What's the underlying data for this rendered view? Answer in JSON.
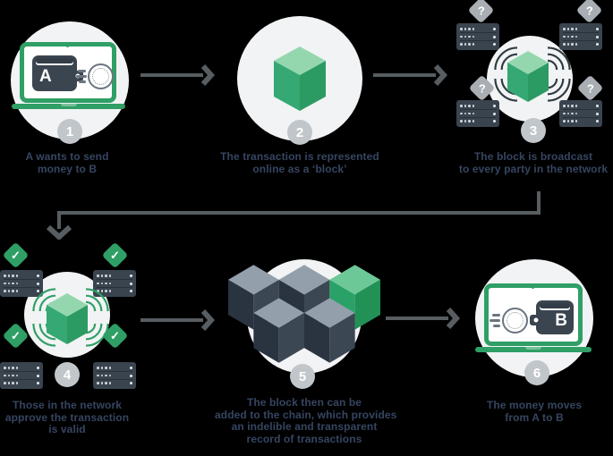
{
  "diagram": "how-a-blockchain-works",
  "colors": {
    "background": "#000000",
    "accent_green": "#2f9f66",
    "dark_slate": "#3a4550",
    "icon_circle_bg": "#f2f3f4",
    "number_badge_bg": "#c1c6ca",
    "caption_text": "#364561",
    "arrow_gray": "#575d61",
    "question_badge_gray": "#a8aeb3"
  },
  "steps": [
    {
      "number": "1",
      "icon": "laptop-wallet-send-icon",
      "wallet_label": "A",
      "caption_lines": [
        "A wants to send",
        "money to B"
      ]
    },
    {
      "number": "2",
      "icon": "block-cube-icon",
      "caption_lines": [
        "The transaction is represented",
        "online as a ‘block’"
      ]
    },
    {
      "number": "3",
      "icon": "cube-broadcast-network-icon",
      "badge_glyph": "?",
      "caption_lines": [
        "The block is broadcast",
        "to every party in the network"
      ]
    },
    {
      "number": "4",
      "icon": "cube-approved-network-icon",
      "badge_glyph": "✓",
      "caption_lines": [
        "Those in the network",
        "approve the transaction",
        "is valid"
      ]
    },
    {
      "number": "5",
      "icon": "blockchain-cubes-icon",
      "caption_lines": [
        "The block then can be",
        "added to the chain, which provides",
        "an indelible and transparent",
        "record of transactions"
      ]
    },
    {
      "number": "6",
      "icon": "laptop-wallet-receive-icon",
      "wallet_label": "B",
      "caption_lines": [
        "The money moves",
        "from A to B"
      ]
    }
  ]
}
